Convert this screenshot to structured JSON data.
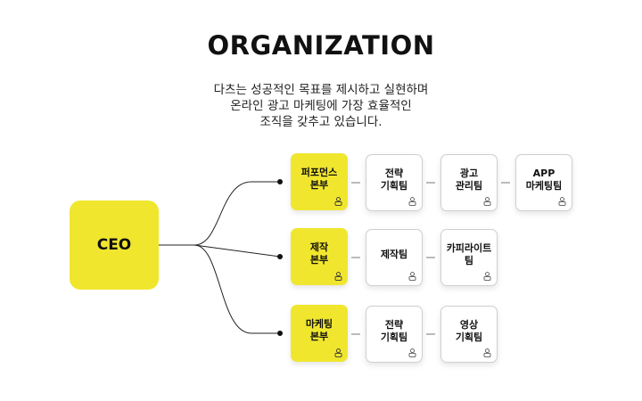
{
  "header": {
    "title": "ORGANIZATION",
    "description": [
      "다츠는 성공적인 목표를 제시하고 실현하며",
      "온라인 광고 마케팅에 가장 효율적인",
      "조직을 갖추고 있습니다."
    ]
  },
  "org": {
    "root": {
      "label": "CEO"
    },
    "divisions": [
      {
        "label": "퍼포먼스\n본부",
        "teams": [
          "전략\n기획팀",
          "광고\n관리팀",
          "APP\n마케팅팀"
        ]
      },
      {
        "label": "제작\n본부",
        "teams": [
          "제작팀",
          "카피라이트\n팀"
        ]
      },
      {
        "label": "마케팅\n본부",
        "teams": [
          "전략\n기획팀",
          "영상\n기획팀"
        ]
      }
    ],
    "icon": "person-icon",
    "colors": {
      "accent": "#f0e62e",
      "line": "#222222",
      "team_border": "#cfcfcf"
    }
  }
}
